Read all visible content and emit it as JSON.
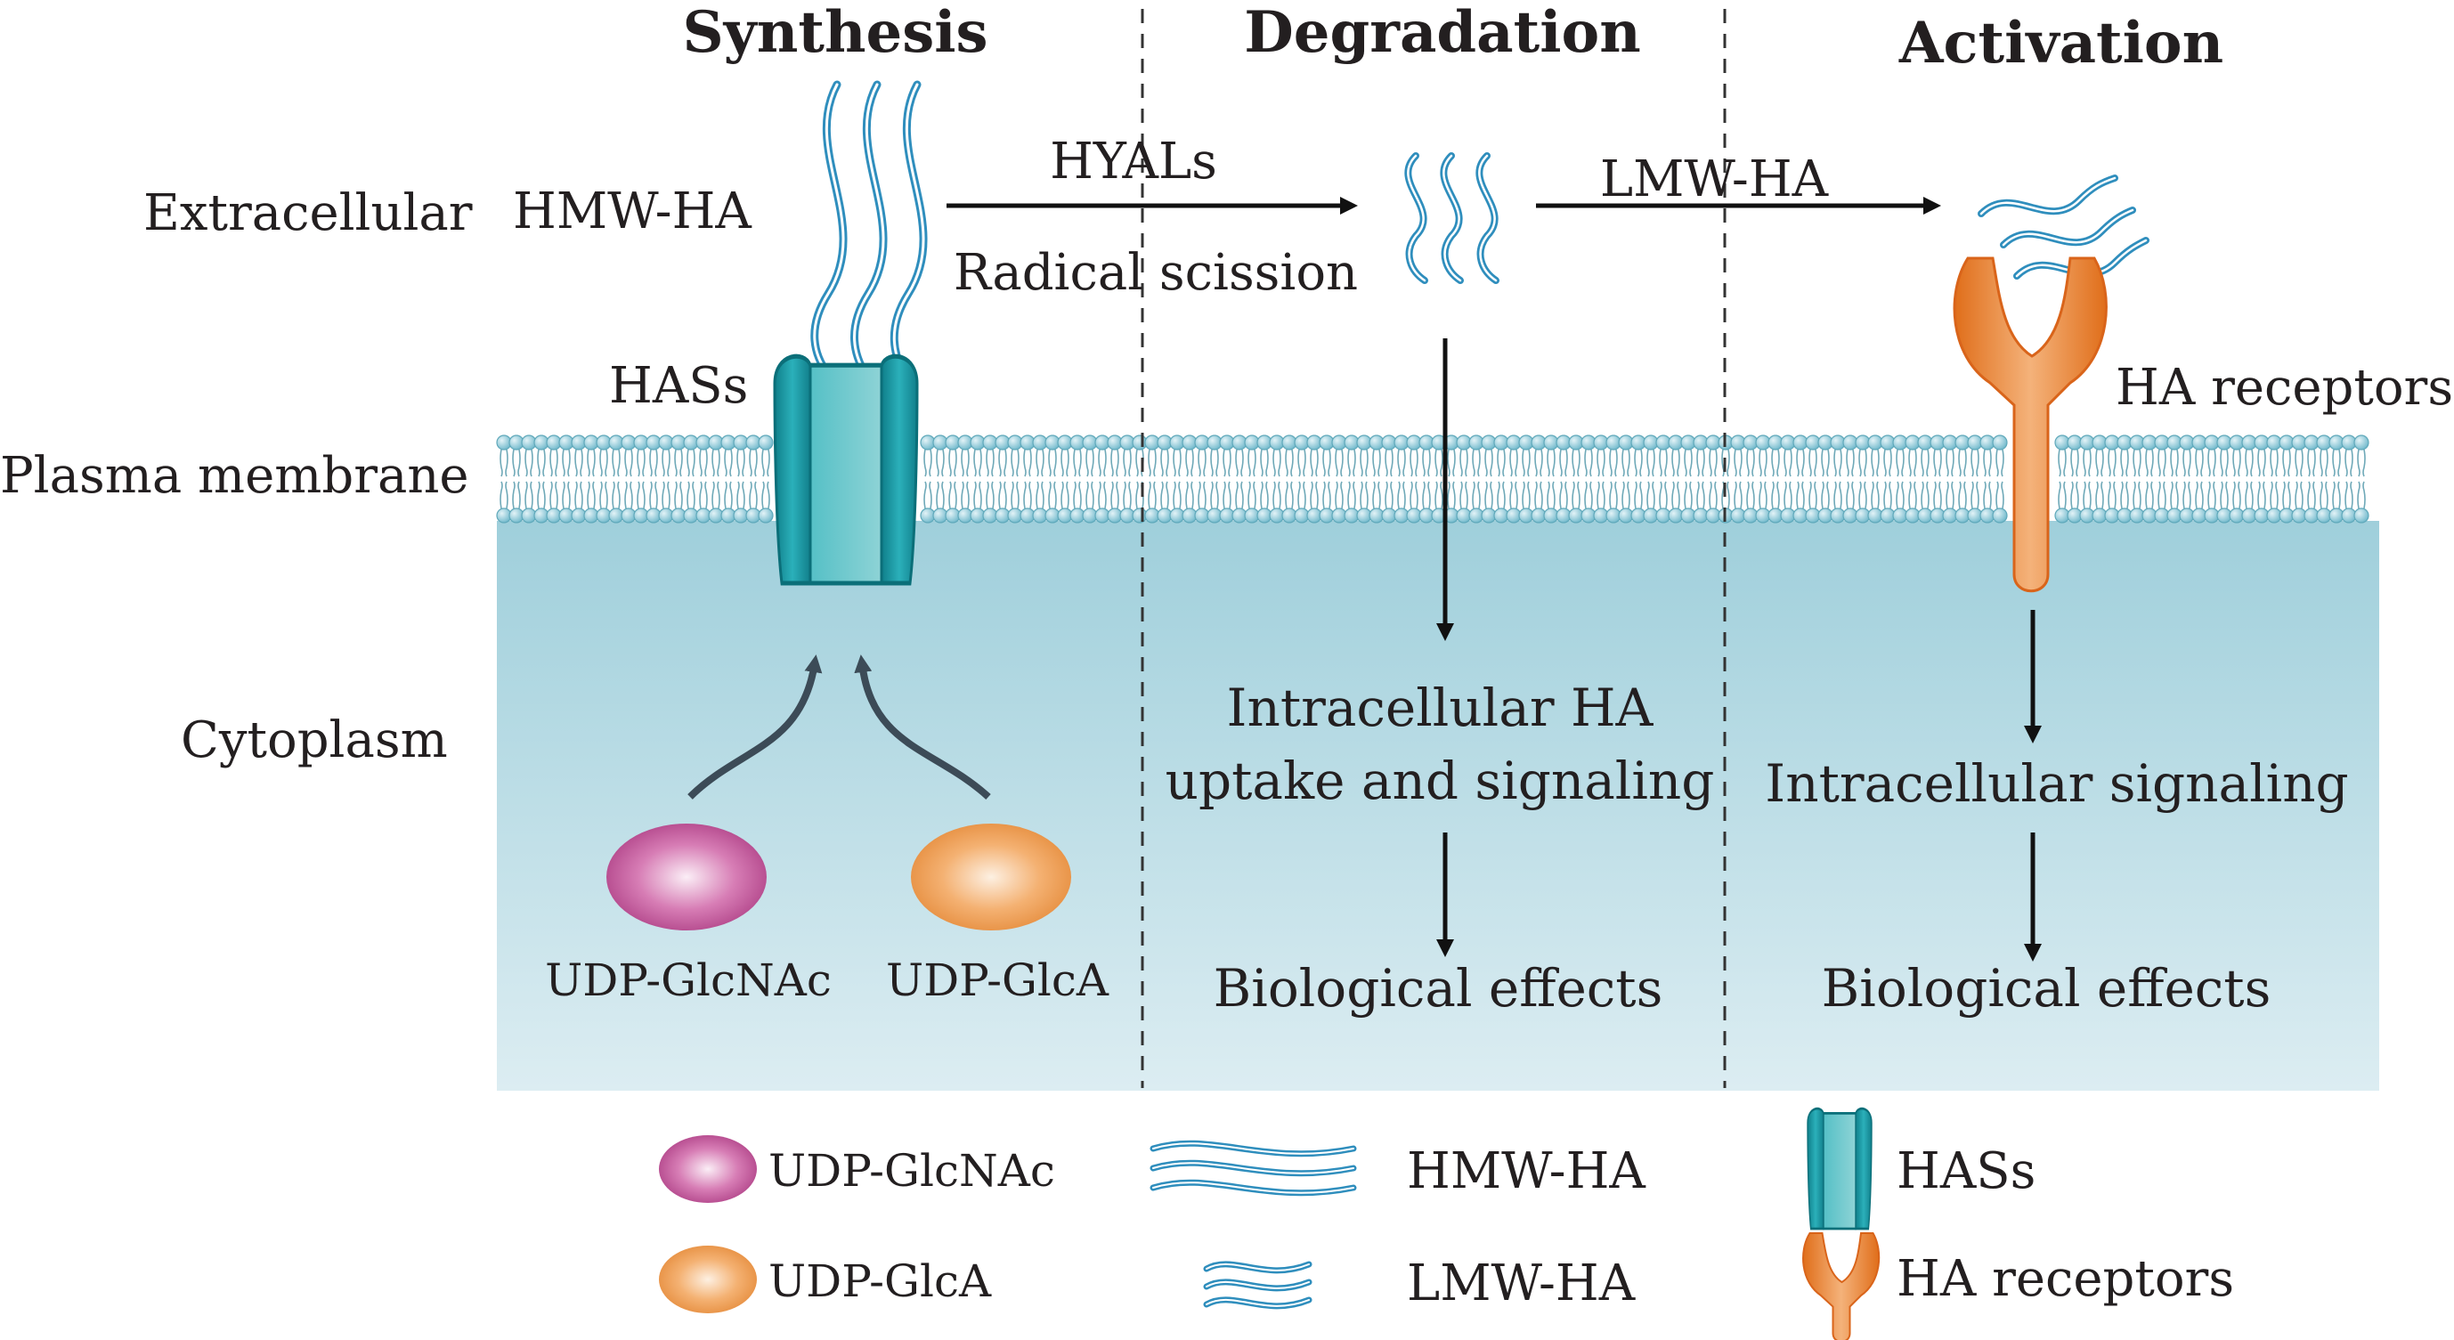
{
  "headers": {
    "synthesis": "Synthesis",
    "degradation": "Degradation",
    "activation": "Activation"
  },
  "regions": {
    "extracellular": "Extracellular",
    "plasma_membrane": "Plasma membrane",
    "cytoplasm": "Cytoplasm"
  },
  "synthesis": {
    "hmw_ha": "HMW-HA",
    "hass": "HASs",
    "udp_glcnac": "UDP-GlcNAc",
    "udp_glca": "UDP-GlcA"
  },
  "degradation": {
    "arrow_top": "HYALs",
    "arrow_bottom": "Radical scission",
    "uptake_line1": "Intracellular HA",
    "uptake_line2": "uptake and signaling",
    "effects": "Biological effects"
  },
  "activation": {
    "arrow_label": "LMW-HA",
    "receptors": "HA receptors",
    "signaling": "Intracellular signaling",
    "effects": "Biological effects"
  },
  "legend": {
    "udp_glcnac": "UDP-GlcNAc",
    "udp_glca": "UDP-GlcA",
    "hmw_ha": "HMW-HA",
    "lmw_ha": "LMW-HA",
    "hass": "HASs",
    "receptors": "HA receptors"
  },
  "colors": {
    "cytoplasm_top": "#9fcfdb",
    "cytoplasm_bottom": "#dcedf2",
    "membrane": "#7ec3d4",
    "has_teal": "#1d9aa6",
    "receptor_orange": "#e87722",
    "glcnac_magenta": "#c2589a",
    "glca_orange": "#f0a35e",
    "ha_strand": "#3aa9cf"
  }
}
